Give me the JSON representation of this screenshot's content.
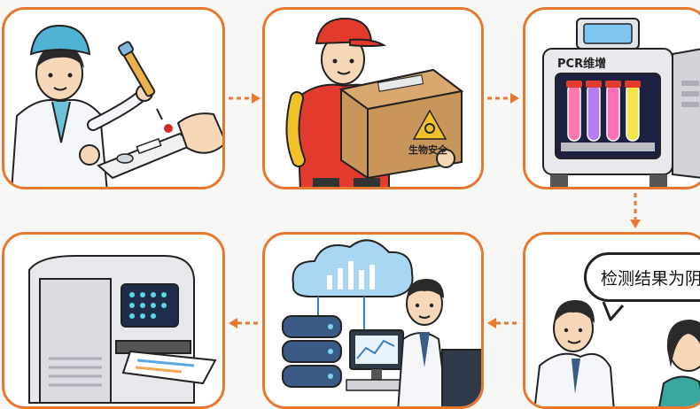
{
  "panels": {
    "pcr": {
      "label": "PCR维增"
    },
    "shipping": {
      "box_label": "生物安全"
    },
    "result": {
      "speech": "检测结果为阴"
    }
  },
  "colors": {
    "border": "#e8782e",
    "arrow": "#e8782e"
  }
}
